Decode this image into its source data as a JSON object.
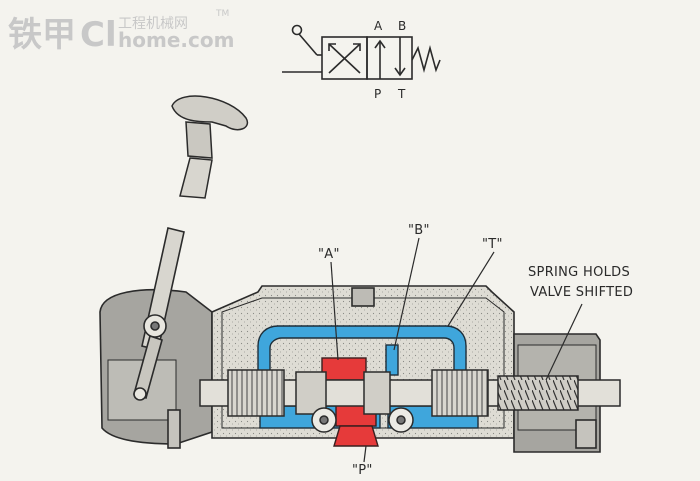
{
  "watermark": {
    "brand_cn": "铁甲",
    "brand_latin": "Cl",
    "domain": "home.com",
    "sub_cn": "工程机械网",
    "tm": "TM",
    "color": "#c8c8c8"
  },
  "symbol": {
    "port_A": "A",
    "port_B": "B",
    "port_P": "P",
    "port_T": "T"
  },
  "labels": {
    "port_a": "\"A\"",
    "port_b": "\"B\"",
    "port_t": "\"T\"",
    "port_p": "\"P\"",
    "spring_line1": "SPRING HOLDS",
    "spring_line2": "VALVE SHIFTED"
  },
  "colors": {
    "pressure_red": "#e63a3a",
    "return_blue": "#3fa6dc",
    "body_gray": "#9d9d99",
    "casting_light": "#d9d7d0",
    "outline": "#2b2b2b",
    "background": "#f4f3ee"
  }
}
